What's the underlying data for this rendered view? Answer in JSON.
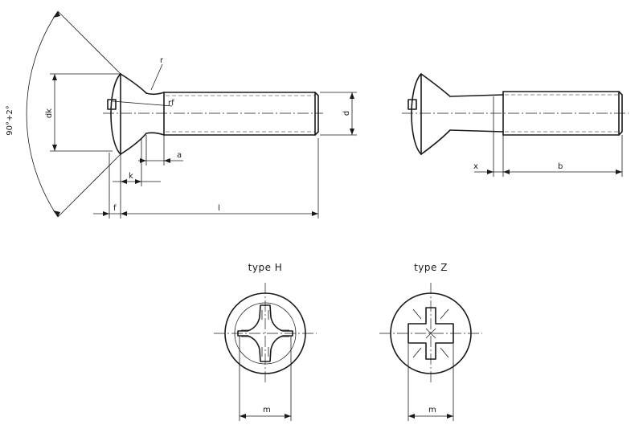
{
  "labels": {
    "angle": "90°+2°",
    "r": "r",
    "rf": "rf",
    "dk": "dk",
    "d": "d",
    "a": "a",
    "k": "k",
    "f": "f",
    "l": "l",
    "x": "x",
    "b": "b",
    "m_h": "m",
    "m_z": "m"
  },
  "views": {
    "type_h_title": "type H",
    "type_z_title": "type Z"
  }
}
